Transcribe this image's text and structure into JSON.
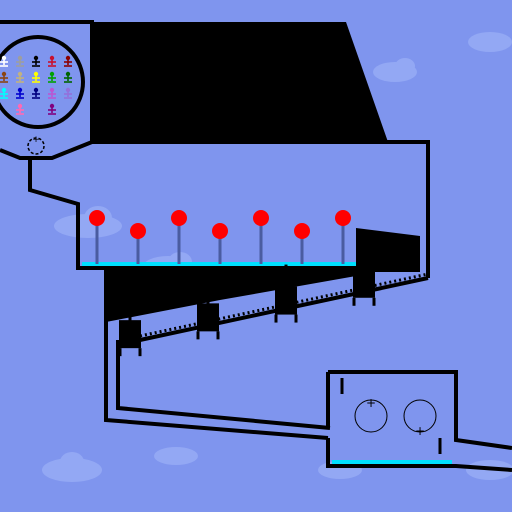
{
  "game": {
    "background_color": "#7f95ee",
    "cloud_color": "#93a8f4",
    "wall_color": "#000000",
    "pipe_interior_color": "#7f95ee",
    "launch_pad_color": "#00e0ff",
    "button_color": "#ff0000",
    "button_stick_color": "#4a5ca0",
    "hopper": {
      "figure_colors": [
        [
          "#ffffff",
          "#9e9e9e",
          "#000000",
          "#c8102e",
          "#8b0000"
        ],
        [
          "#8b4513",
          "#c2b280",
          "#ffff00",
          "#00a000",
          "#006400"
        ],
        [
          "#00ffff",
          "#0000cd",
          "#000080",
          "#ba55d3",
          "#9370db"
        ],
        [
          "#ff69b4",
          "#800080"
        ]
      ]
    },
    "lollipop_buttons": {
      "count": 7
    },
    "stompers": {
      "count": 4
    },
    "wheels": {
      "count": 2
    }
  }
}
